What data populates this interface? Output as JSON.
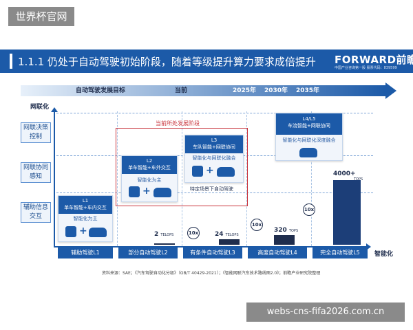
{
  "watermark_top": "世界杯官网",
  "watermark_bottom": "webs-cns-fifa2026.com.cn",
  "header": {
    "title": "1.1.1  仍处于自动驾驶初始阶段，随着等级提升算力要求成倍提升",
    "brand": "FORWARD前瞻",
    "brand_sub": "中国产业咨询第一股  股票代码：839599"
  },
  "timeline": {
    "goal": "自动驾驶发展目标",
    "current": "当前",
    "years": [
      "2025年",
      "2030年",
      "2035年"
    ]
  },
  "axes": {
    "y_label": "网联化",
    "x_label": "智能化"
  },
  "rows": [
    "网联决策控制",
    "网联协同感知",
    "辅助信息交互"
  ],
  "current_stage_label": "当前所处发展阶段",
  "cards": [
    {
      "level": "L1",
      "desc": "单车智能+车内交互",
      "sub": "智能化为主"
    },
    {
      "level": "L2",
      "desc": "单车智能+车外交互",
      "sub": "智能化为主"
    },
    {
      "level": "L3",
      "desc": "车队智能+网联协同",
      "sub": "智能化与网联化融合"
    },
    {
      "level": "L4/L5",
      "desc": "车流智能+网联协同",
      "sub": "智能化与网联化深度融合"
    }
  ],
  "special_note": "特定场景下自动驾驶",
  "compute": {
    "unit_l2": "TELOPS",
    "unit_other": "TOPS",
    "multiplier": "10x",
    "values": [
      {
        "level": "L2",
        "value": 2,
        "label": "2"
      },
      {
        "level": "L3",
        "value": 24,
        "label": "24"
      },
      {
        "level": "L4",
        "value": 320,
        "label": "320"
      },
      {
        "level": "L5",
        "value": 4000,
        "label": "4000+"
      }
    ]
  },
  "levels": [
    "辅助驾驶L1",
    "部分自动驾驶L2",
    "有条件自动驾驶L3",
    "高度自动驾驶L4",
    "完全自动驾驶L5"
  ],
  "source": "资料来源：SAE；《汽车驾驶自动化分级》（GB/T 40429-2021）；《智能网联汽车技术路线图2.0》；前瞻产业研究院整理"
}
